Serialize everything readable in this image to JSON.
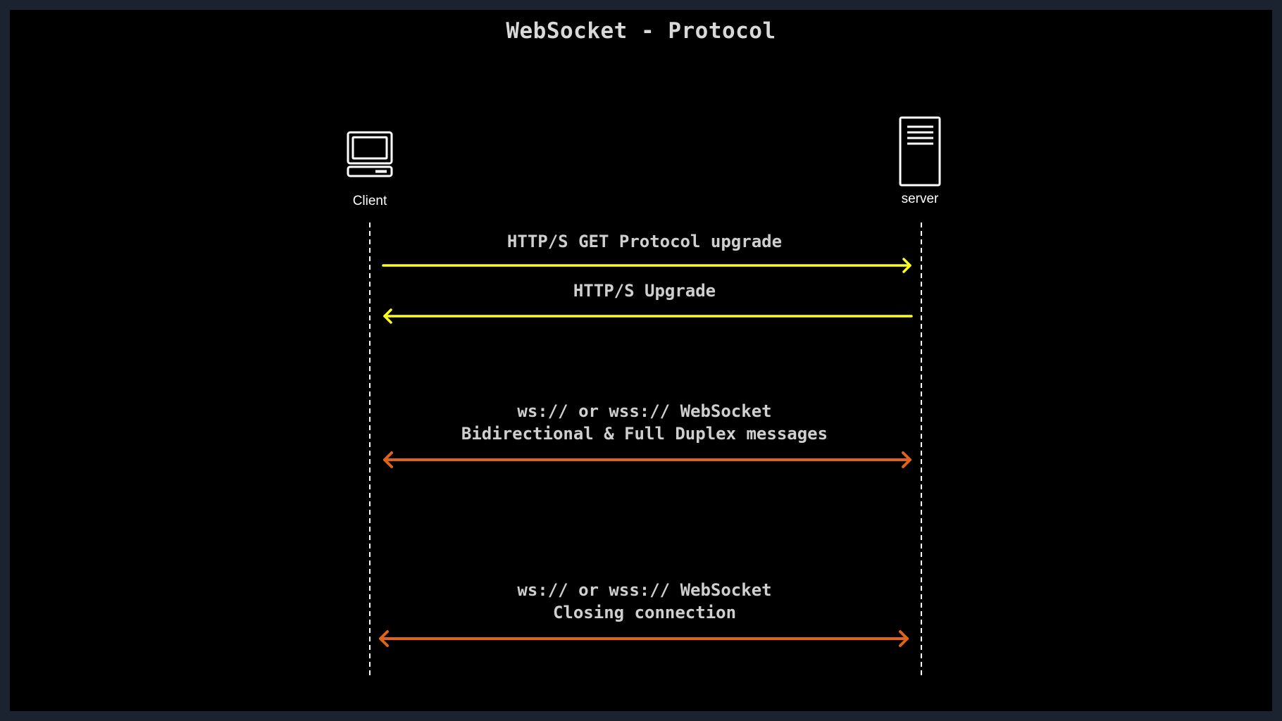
{
  "title": "WebSocket - Protocol",
  "actors": {
    "client": {
      "label": "Client",
      "icon": "laptop-icon"
    },
    "server": {
      "label": "server",
      "icon": "server-icon"
    }
  },
  "messages": [
    {
      "line1": "HTTP/S GET Protocol upgrade",
      "line2": "",
      "direction": "client-to-server",
      "color": "#ffff1a"
    },
    {
      "line1": "HTTP/S Upgrade",
      "line2": "",
      "direction": "server-to-client",
      "color": "#ffff1a"
    },
    {
      "line1": "ws:// or wss:// WebSocket",
      "line2": "Bidirectional & Full Duplex messages",
      "direction": "bidirectional",
      "color": "#e0631a"
    },
    {
      "line1": "ws:// or wss:// WebSocket",
      "line2": "Closing connection",
      "direction": "bidirectional",
      "color": "#e0631a"
    }
  ]
}
